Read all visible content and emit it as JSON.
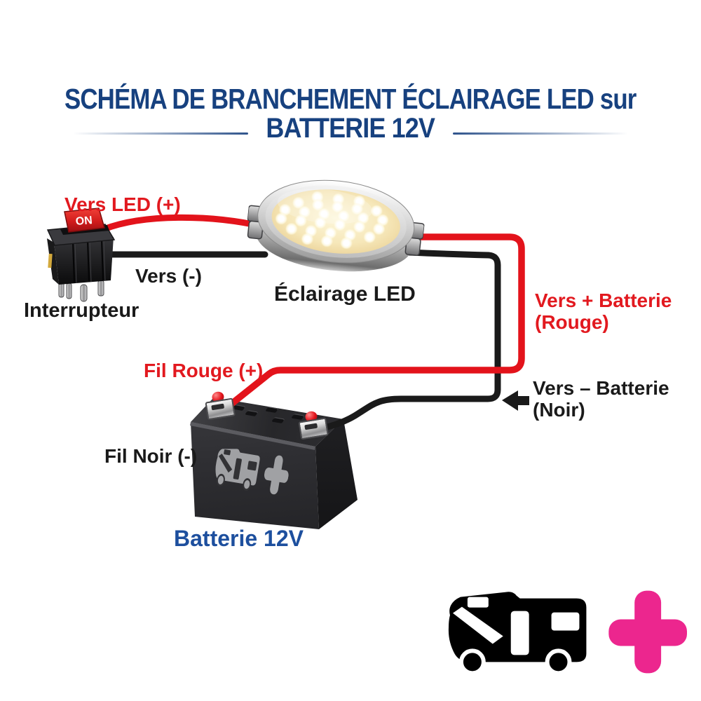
{
  "title": {
    "line1": "SCHÉMA DE BRANCHEMENT ÉCLAIRAGE LED sur",
    "line2": "BATTERIE 12V"
  },
  "switch": {
    "name": "Interrupteur",
    "button_label": "ON"
  },
  "led": {
    "name": "Éclairage LED"
  },
  "battery": {
    "name": "Batterie 12V"
  },
  "wire_labels": {
    "to_led_plus": "Vers LED (+)",
    "to_minus": "Vers (-)",
    "to_battery_plus_1": "Vers + Batterie",
    "to_battery_plus_2": "(Rouge)",
    "to_battery_minus_1": "Vers – Batterie",
    "to_battery_minus_2": "(Noir)",
    "red_wire": "Fil Rouge (+)",
    "black_wire": "Fil Noir (-)"
  },
  "colors": {
    "title_blue": "#17417F",
    "battery_label_blue": "#1D4F9E",
    "label_red": "#E2191F",
    "wire_red": "#E3131B",
    "wire_black": "#1A1A1A",
    "logo_pink": "#EC268E",
    "led_face_warm": "#F6E7B9",
    "battery_gray": "#323235",
    "logo_gray": "#A0A1A4"
  }
}
